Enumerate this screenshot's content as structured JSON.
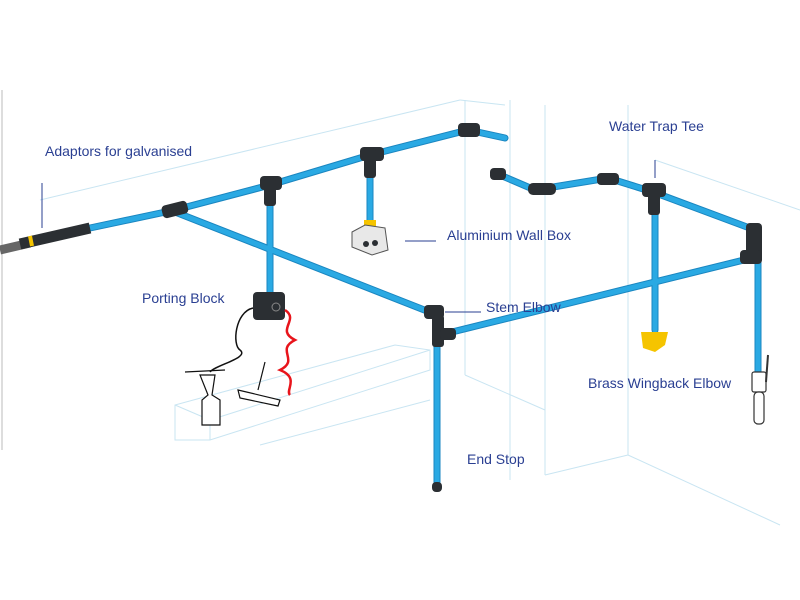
{
  "title": "Compressed air pipework system diagram",
  "colors": {
    "pipe": "#2aa9e3",
    "pipe_edge": "#1a86c0",
    "fitting": "#2b2f33",
    "label": "#2a3f92",
    "wall": "#c9e5f2",
    "brass": "#f5c400",
    "hose": "#e8141b"
  },
  "labels": {
    "adaptors": "Adaptors for galvanised",
    "porting_block": "Porting Block",
    "wall_box": "Aluminium Wall Box",
    "stem_elbow": "Stem Elbow",
    "water_trap_tee": "Water Trap Tee",
    "brass_elbow": "Brass Wingback Elbow",
    "end_stop": "End Stop"
  }
}
